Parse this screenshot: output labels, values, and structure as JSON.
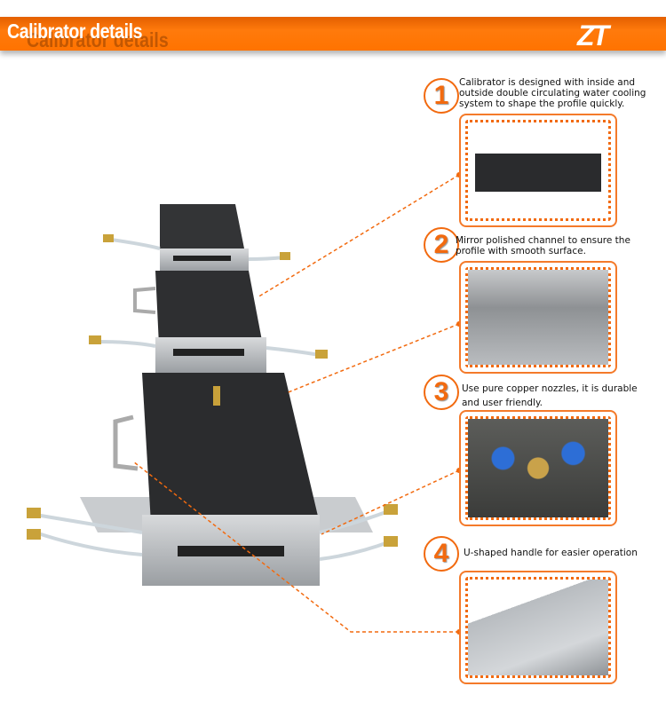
{
  "banner": {
    "title": "Calibrator  details",
    "logo": "ZT"
  },
  "features": [
    {
      "number": "1",
      "text": "Calibrator is designed with inside and outside double circulating water cooling system to shape the profile quickly."
    },
    {
      "number": "2",
      "text": "Mirror polished channel to ensure the profile with smooth surface."
    },
    {
      "number": "3",
      "text": "Use pure copper nozzles, it is durable and user friendly."
    },
    {
      "number": "4",
      "text": "U-shaped handle for easier operation"
    }
  ],
  "colors": {
    "accent": "#f26a0f",
    "banner": "#ff7300"
  }
}
